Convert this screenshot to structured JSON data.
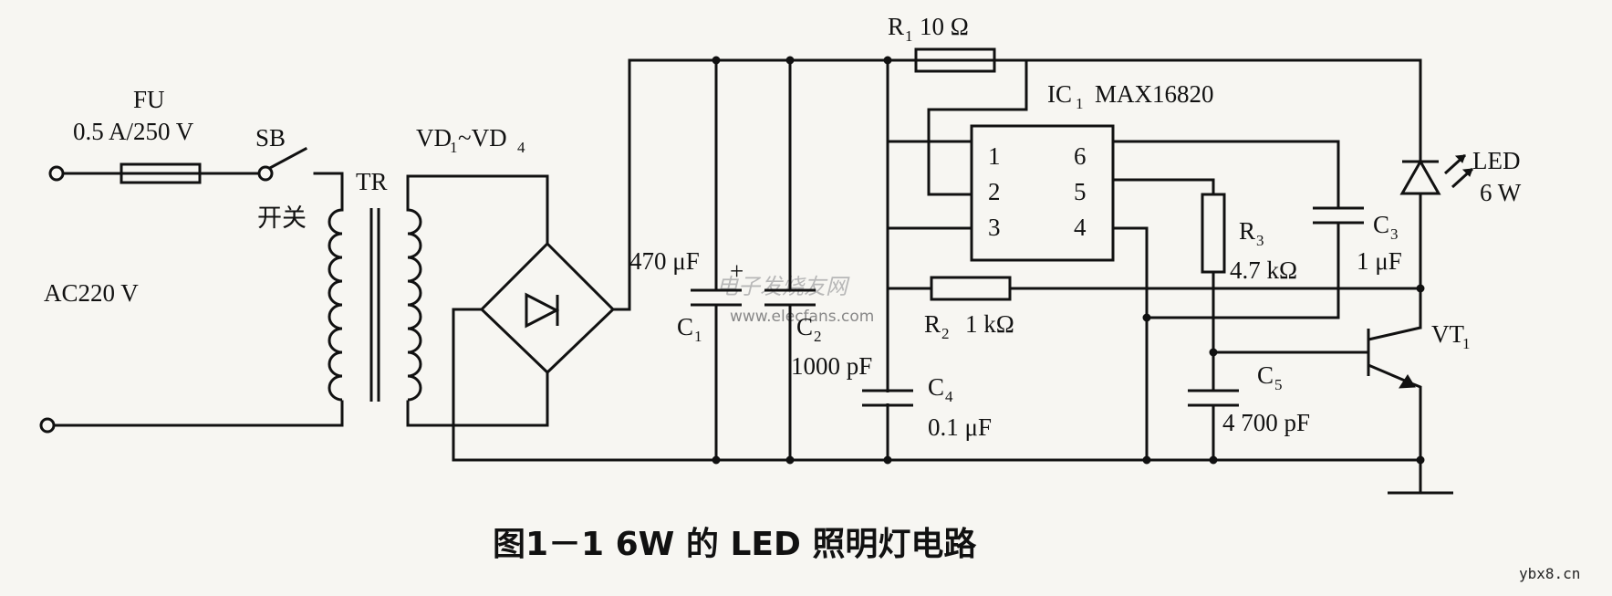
{
  "caption": "图1－1  6W 的 LED 照明灯电路",
  "site_mark": "ybx8.cn",
  "watermark_cn": "电子发烧友网",
  "watermark_url": "www.elecfans.com",
  "labels": {
    "fu": "FU",
    "fu_rating": "0.5 A/250 V",
    "sb": "SB",
    "switch": "开关",
    "ac": "AC220 V",
    "tr": "TR",
    "vd_a": "VD",
    "vd_a_sub": "1",
    "vd_tilde": "~VD",
    "vd_b_sub": "4",
    "c1_value": "470 μF",
    "c1": "C",
    "c1_sub": "1",
    "c1_plus": "+",
    "c2": "C",
    "c2_sub": "2",
    "c2_value": "1000 pF",
    "r1": "R",
    "r1_sub": "1",
    "r1_value": "10 Ω",
    "ic": "IC",
    "ic_sub": "1",
    "ic_part": "MAX16820",
    "pin1": "1",
    "pin2": "2",
    "pin3": "3",
    "pin4": "4",
    "pin5": "5",
    "pin6": "6",
    "r2": "R",
    "r2_sub": "2",
    "r2_value": "1 kΩ",
    "c4": "C",
    "c4_sub": "4",
    "c4_value": "0.1 μF",
    "r3": "R",
    "r3_sub": "3",
    "r3_value": "4.7 kΩ",
    "c5": "C",
    "c5_sub": "5",
    "c5_value": "4 700 pF",
    "c3": "C",
    "c3_sub": "3",
    "c3_value": "1 μF",
    "led": "LED",
    "led_power": "6 W",
    "vt": "VT",
    "vt_sub": "1"
  }
}
